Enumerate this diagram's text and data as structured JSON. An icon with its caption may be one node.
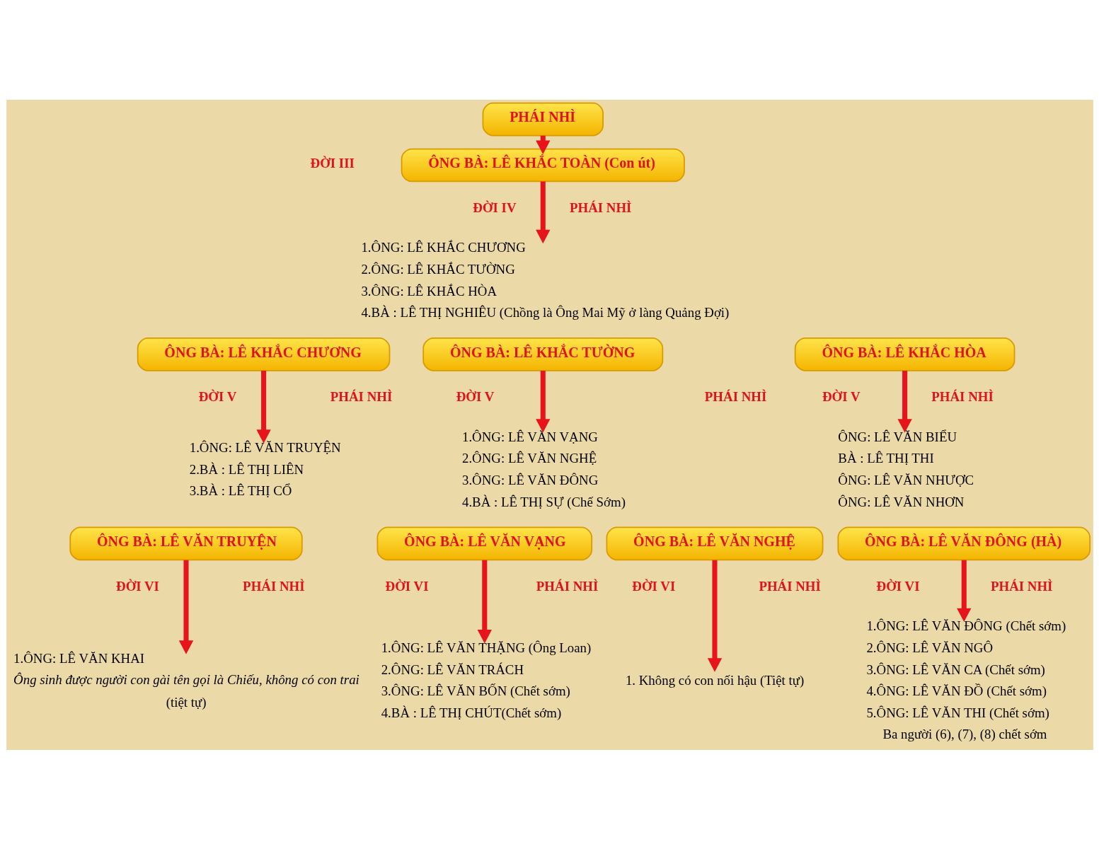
{
  "diagram": {
    "nodes": [
      {
        "text": [
          "PHÁI NHÌ"
        ]
      },
      {
        "text": [
          "ÔNG BÀ: LÊ KHẮC TOÀN (Con út)"
        ]
      },
      {
        "text": [
          "1.ÔNG: LÊ KHẮC CHƯƠNG",
          "2.ÔNG: LÊ KHẮC TƯỜNG",
          "3.ÔNG: LÊ KHẮC HÒA",
          "4.BÀ : LÊ THỊ NGHIÊU (Chồng là Ông Mai Mỹ ở làng Quảng Đợi)"
        ]
      },
      {
        "text": [
          "ÔNG BÀ: LÊ KHẮC CHƯƠNG"
        ]
      },
      {
        "text": [
          "ÔNG BÀ: LÊ KHẮC TƯỜNG"
        ]
      },
      {
        "text": [
          "ÔNG BÀ: LÊ KHẮC HÒA"
        ]
      },
      {
        "text": [
          "1.ÔNG: LÊ VĂN TRUYỆN",
          "2.BÀ : LÊ THỊ LIÊN",
          "3.BÀ : LÊ THỊ CỔ"
        ]
      },
      {
        "text": [
          "1.ÔNG: LÊ VĂN VẠNG",
          "2.ÔNG: LÊ VĂN NGHỆ",
          "3.ÔNG: LÊ VĂN ĐÔNG",
          "4.BÀ : LÊ THỊ SỰ (Chế Sớm)"
        ]
      },
      {
        "text": [
          "ÔNG: LÊ VĂN BIỂU",
          "BÀ : LÊ THỊ THI",
          "ÔNG: LÊ VĂN NHƯỢC",
          "ÔNG: LÊ VĂN NHƠN"
        ]
      },
      {
        "text": [
          "ÔNG BÀ: LÊ VĂN TRUYỆN"
        ]
      },
      {
        "text": [
          "ÔNG BÀ: LÊ VĂN VẠNG"
        ]
      },
      {
        "text": [
          "ÔNG BÀ: LÊ VĂN NGHỆ"
        ]
      },
      {
        "text": [
          "ÔNG BÀ: LÊ VĂN ĐÔNG (HÀ)"
        ]
      },
      {
        "text": [
          "1.ÔNG: LÊ VĂN KHAI",
          "Ông sinh được người con gài tên gọi là Chiếu, không có con trai",
          "(tiệt tự)"
        ]
      },
      {
        "text": [
          "1.ÔNG: LÊ VĂN THẶNG (Ông Loan)",
          "2.ÔNG: LÊ VĂN TRÁCH",
          "3.ÔNG: LÊ VĂN BỐN (Chết sớm)",
          "4.BÀ : LÊ THỊ CHÚT(Chết sớm)"
        ]
      },
      {
        "text": [
          "1. Không có con nối hậu (Tiệt tự)"
        ]
      },
      {
        "text": [
          "1.ÔNG: LÊ VĂN ĐÔNG (Chết sớm)",
          "2.ÔNG: LÊ VĂN NGÔ",
          "3.ÔNG: LÊ VĂN CA (Chết sớm)",
          "4.ÔNG: LÊ VĂN ĐỒ (Chết sớm)",
          "5.ÔNG: LÊ VĂN THI (Chết sớm)",
          "Ba người (6), (7), (8) chết sớm"
        ]
      }
    ],
    "edges": [
      {
        "from": 0,
        "to": 1,
        "arrow": "to"
      },
      {
        "from": 1,
        "to": 2,
        "arrow": "to"
      },
      {
        "from": 3,
        "to": 6,
        "arrow": "to"
      },
      {
        "from": 4,
        "to": 7,
        "arrow": "to"
      },
      {
        "from": 5,
        "to": 8,
        "arrow": "to"
      },
      {
        "from": 9,
        "to": 13,
        "arrow": "to"
      },
      {
        "from": 10,
        "to": 14,
        "arrow": "to"
      },
      {
        "from": 11,
        "to": 15,
        "arrow": "to"
      },
      {
        "from": 12,
        "to": 16,
        "arrow": "to"
      }
    ],
    "labels": [
      "ĐỜI III",
      "ĐỜI IV",
      "PHÁI NHÌ",
      "ĐỜI V",
      "PHÁI NHÌ",
      "ĐỜI V",
      "PHÁI NHÌ",
      "ĐỜI V",
      "PHÁI NHÌ",
      "ĐỜI VI",
      "PHÁI NHÌ",
      "ĐỜI VI",
      "PHÁI NHÌ",
      "ĐỜI VI",
      "PHÁI NHÌ",
      "ĐỜI VI",
      "PHÁI NHÌ"
    ]
  }
}
